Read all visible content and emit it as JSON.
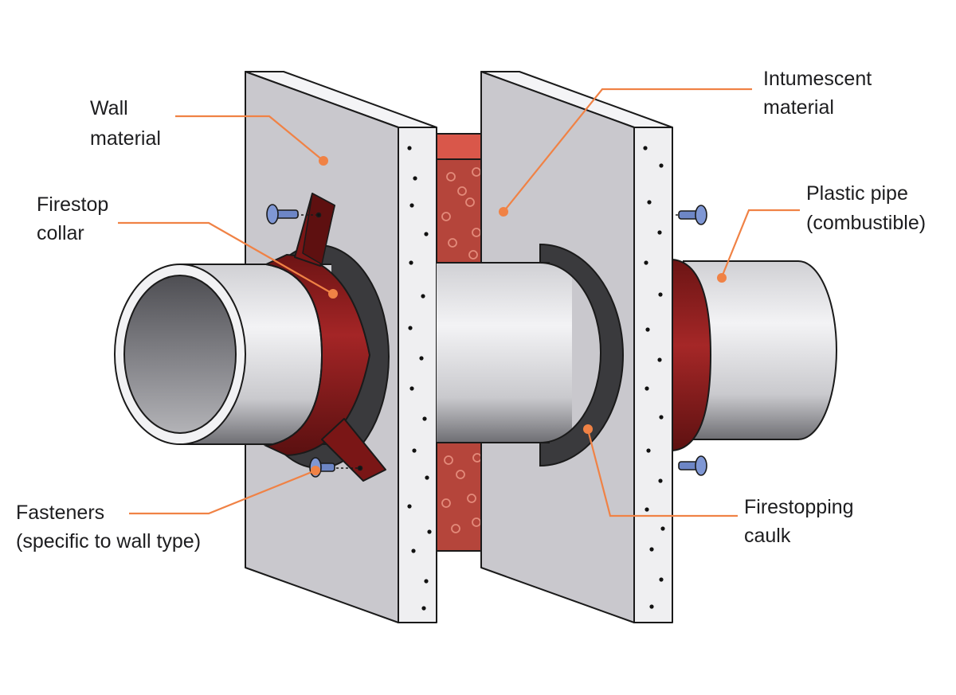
{
  "labels": {
    "wall_material": [
      "Wall",
      "material"
    ],
    "intumescent_material": [
      "Intumescent",
      "material"
    ],
    "firestop_collar": [
      "Firestop",
      "collar"
    ],
    "plastic_pipe": [
      "Plastic pipe",
      "(combustible)"
    ],
    "fasteners": [
      "Fasteners",
      "(specific to wall type)"
    ],
    "firestopping_caulk": [
      "Firestopping",
      "caulk"
    ]
  },
  "colors": {
    "leader": "#f08245",
    "wall_face": "#c8c7cc",
    "wall_edge": "#ececee",
    "intumescent": "#b5453b",
    "collar": "#8f1f1e",
    "caulk": "#3a3a3d",
    "fastener": "#6d86c6"
  }
}
